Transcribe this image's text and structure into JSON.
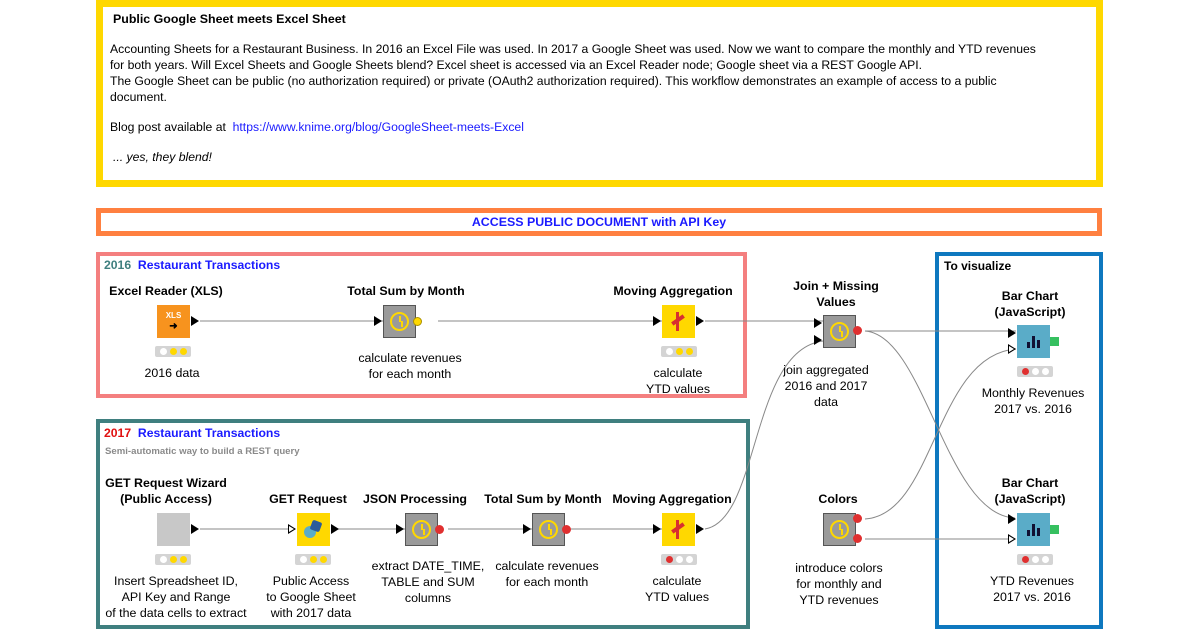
{
  "description": {
    "title": "Public Google Sheet meets Excel Sheet",
    "line1": "Accounting Sheets for a Restaurant Business. In 2016 an Excel File was used. In 2017 a Google Sheet was used. Now we want to compare the monthly and YTD revenues",
    "line2": "for both years. Will Excel Sheets and Google Sheets blend? Excel sheet is accessed via an Excel Reader node; Google sheet via a REST Google API.",
    "line3": "The Google Sheet can be public (no authorization required) or private (OAuth2 authorization required). This workflow demonstrates an example of access to a public",
    "line4": "document.",
    "blog_prefix": "Blog post available at",
    "blog_link": "https://www.knime.org/blog/GoogleSheet-meets-Excel",
    "tagline": "... yes, they blend!"
  },
  "access_banner": "ACCESS PUBLIC DOCUMENT with API Key",
  "box_2016": {
    "year": "2016",
    "title": "Restaurant Transactions",
    "year_color": "#3f7f7f",
    "title_color": "#1a1aff"
  },
  "box_2017": {
    "year": "2017",
    "title": "Restaurant Transactions",
    "subtitle": "Semi-automatic way to build a REST query",
    "year_color": "#e01010",
    "title_color": "#1a1aff"
  },
  "box_viz": {
    "title": "To visualize"
  },
  "nodes": {
    "excel_reader": {
      "title": "Excel Reader (XLS)",
      "desc": "2016 data",
      "icon": "xls-icon",
      "status": "yellow"
    },
    "sum_2016": {
      "title": "Total Sum by Month",
      "desc1": "calculate revenues",
      "desc2": "for each month",
      "icon": "clock-icon"
    },
    "movagg_2016": {
      "title": "Moving Aggregation",
      "desc1": "calculate",
      "desc2": "YTD values",
      "icon": "moving-aggregation-icon",
      "status": "yellow"
    },
    "join": {
      "title1": "Join + Missing",
      "title2": "Values",
      "desc1": "join aggregated",
      "desc2": "2016 and 2017",
      "desc3": "data",
      "icon": "clock-icon"
    },
    "colors": {
      "title": "Colors",
      "desc1": "introduce colors",
      "desc2": "for monthly and",
      "desc3": "YTD revenues",
      "icon": "clock-icon"
    },
    "bar_monthly": {
      "title1": "Bar Chart",
      "title2": "(JavaScript)",
      "desc1": "Monthly Revenues",
      "desc2": "2017 vs. 2016",
      "icon": "bar-chart-icon",
      "status": "red"
    },
    "bar_ytd": {
      "title1": "Bar Chart",
      "title2": "(JavaScript)",
      "desc1": "YTD Revenues",
      "desc2": "2017 vs. 2016",
      "icon": "bar-chart-icon",
      "status": "red"
    },
    "get_wizard": {
      "title1": "GET Request Wizard",
      "title2": "(Public Access)",
      "desc1": "Insert Spreadsheet ID,",
      "desc2": "API Key and Range",
      "desc3": "of the data cells to extract",
      "icon": "wrapped-node-icon",
      "status": "yellow"
    },
    "get_request": {
      "title": "GET Request",
      "desc1": "Public Access",
      "desc2": "to Google Sheet",
      "desc3": "with 2017 data",
      "icon": "get-request-icon"
    },
    "json_proc": {
      "title": "JSON Processing",
      "desc1": "extract DATE_TIME,",
      "desc2": "TABLE and SUM",
      "desc3": "columns",
      "icon": "clock-icon"
    },
    "sum_2017": {
      "title": "Total Sum by Month",
      "desc1": "calculate revenues",
      "desc2": "for each month",
      "icon": "clock-icon"
    },
    "movagg_2017": {
      "title": "Moving Aggregation",
      "desc1": "calculate",
      "desc2": "YTD values",
      "icon": "moving-aggregation-icon",
      "status": "red"
    }
  },
  "colors": {
    "description_border": "#ffd800",
    "access_border": "#ff8040",
    "box_2016_border": "#f47f7f",
    "box_2017_border": "#3f7f7f",
    "box_viz_border": "#0e78bf",
    "node_yellow": "#ffd800",
    "node_gray": "#9a9a9a"
  }
}
